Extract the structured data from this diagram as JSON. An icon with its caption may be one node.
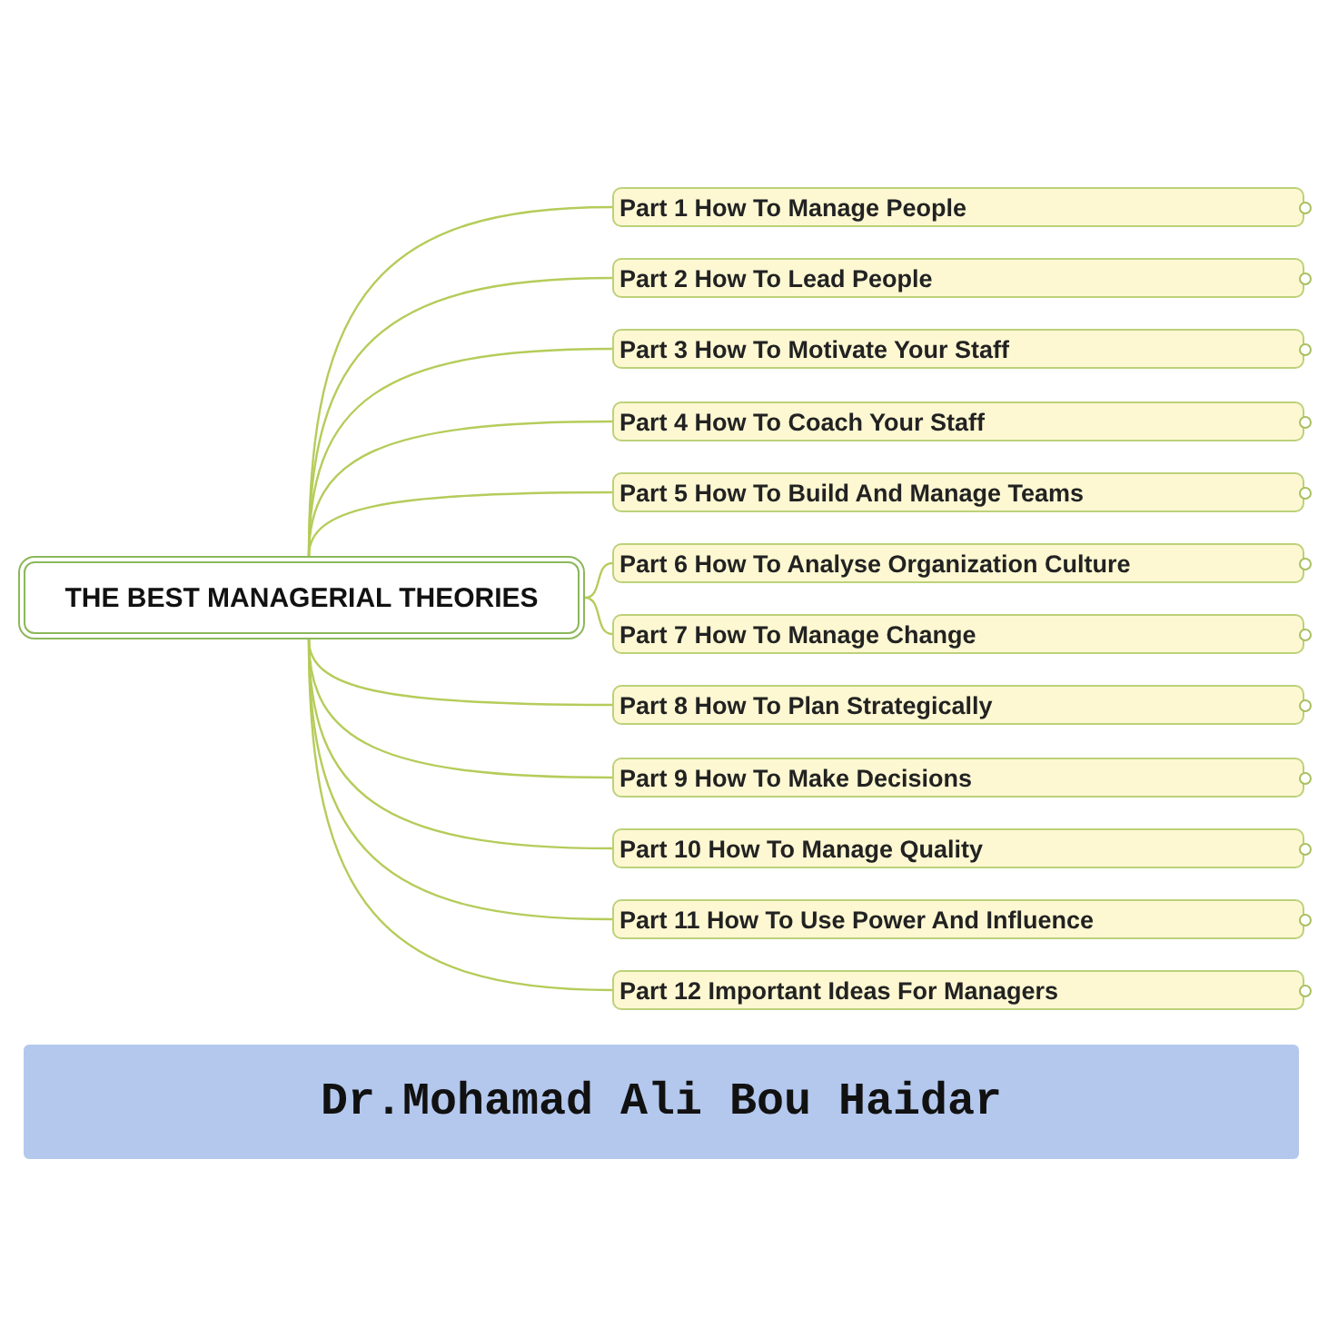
{
  "diagram": {
    "nodes": [
      {
        "text": [
          "THE BEST MANAGERIAL THEORIES"
        ]
      },
      {
        "text": [
          "Part 1 How To Manage People"
        ]
      },
      {
        "text": [
          "Part 2 How To Lead People"
        ]
      },
      {
        "text": [
          "Part 3 How To Motivate Your Staff"
        ]
      },
      {
        "text": [
          "Part 4 How To Coach Your Staff"
        ]
      },
      {
        "text": [
          "Part 5 How To Build And Manage Teams"
        ]
      },
      {
        "text": [
          "Part 6 How To Analyse Organization Culture"
        ]
      },
      {
        "text": [
          "Part 7 How To Manage Change"
        ]
      },
      {
        "text": [
          "Part 8 How To Plan Strategically"
        ]
      },
      {
        "text": [
          "Part 9 How To Make Decisions"
        ]
      },
      {
        "text": [
          "Part 10 How To Manage Quality"
        ]
      },
      {
        "text": [
          "Part 11 How To Use Power And Influence"
        ]
      },
      {
        "text": [
          "Part 12 Important Ideas For Managers"
        ]
      },
      {
        "text": [
          "Dr.Mohamad Ali Bou Haidar"
        ]
      }
    ],
    "edges": [
      {
        "from": 0,
        "to": 1,
        "arrow": "none"
      },
      {
        "from": 0,
        "to": 2,
        "arrow": "none"
      },
      {
        "from": 0,
        "to": 3,
        "arrow": "none"
      },
      {
        "from": 0,
        "to": 4,
        "arrow": "none"
      },
      {
        "from": 0,
        "to": 5,
        "arrow": "none"
      },
      {
        "from": 0,
        "to": 6,
        "arrow": "none"
      },
      {
        "from": 0,
        "to": 7,
        "arrow": "none"
      },
      {
        "from": 0,
        "to": 8,
        "arrow": "none"
      },
      {
        "from": 0,
        "to": 9,
        "arrow": "none"
      },
      {
        "from": 0,
        "to": 10,
        "arrow": "none"
      },
      {
        "from": 0,
        "to": 11,
        "arrow": "none"
      },
      {
        "from": 0,
        "to": 12,
        "arrow": "none"
      }
    ]
  }
}
